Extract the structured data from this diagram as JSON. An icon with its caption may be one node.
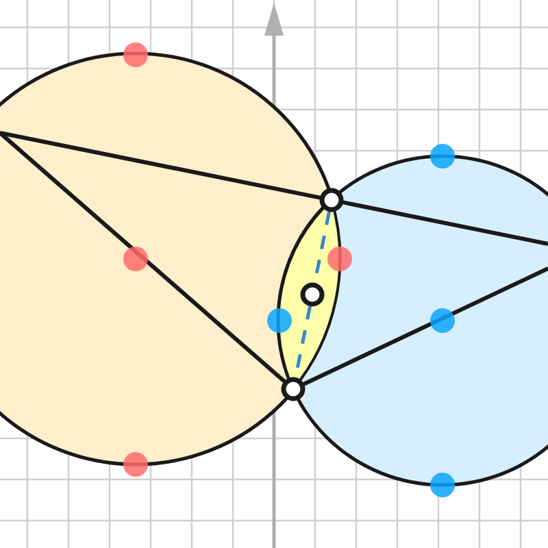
{
  "diagram": {
    "nodes": [
      {
        "text": [],
        "shape": "circle"
      },
      {
        "text": [],
        "shape": "circle"
      },
      {
        "text": [],
        "shape": "circle"
      }
    ],
    "edges": [
      {
        "from": null,
        "to": 0,
        "arrow": "none"
      },
      {
        "from": null,
        "to": 1,
        "arrow": "none"
      },
      {
        "from": 0,
        "to": null,
        "arrow": "none"
      },
      {
        "from": 1,
        "to": null,
        "arrow": "none"
      },
      {
        "from": 0,
        "to": 2,
        "arrow": "none",
        "style": "dashed",
        "color": "#3a86c8"
      },
      {
        "from": 2,
        "to": 1,
        "arrow": "none",
        "style": "dashed",
        "color": "#3a86c8"
      }
    ]
  }
}
